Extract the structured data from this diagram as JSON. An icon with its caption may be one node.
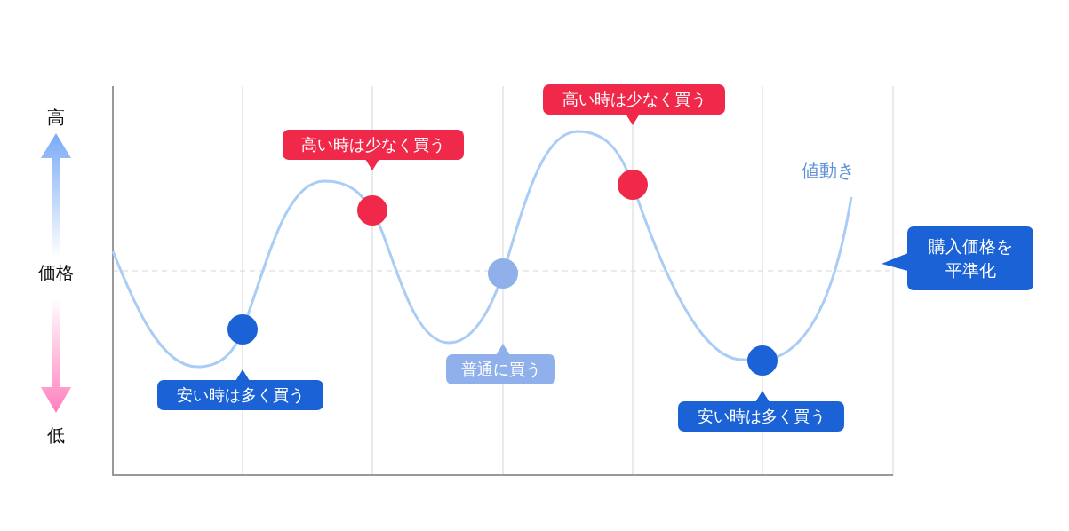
{
  "diagram": {
    "nodes": [
      {
        "text": [
          "安い時は多く買う"
        ]
      },
      {
        "text": [],
        "shape": "circle"
      },
      {
        "text": [
          "高い時は少なく買う"
        ]
      },
      {
        "text": [],
        "shape": "circle"
      },
      {
        "text": [
          "普通に買う"
        ]
      },
      {
        "text": [],
        "shape": "circle"
      },
      {
        "text": [
          "高い時は少なく買う"
        ]
      },
      {
        "text": [],
        "shape": "circle"
      },
      {
        "text": [
          "安い時は多く買う"
        ]
      },
      {
        "text": [],
        "shape": "circle"
      },
      {
        "text": [
          "購入価格を平準化"
        ]
      }
    ],
    "labels": [
      "高",
      "価格",
      "低",
      "値動き"
    ]
  }
}
